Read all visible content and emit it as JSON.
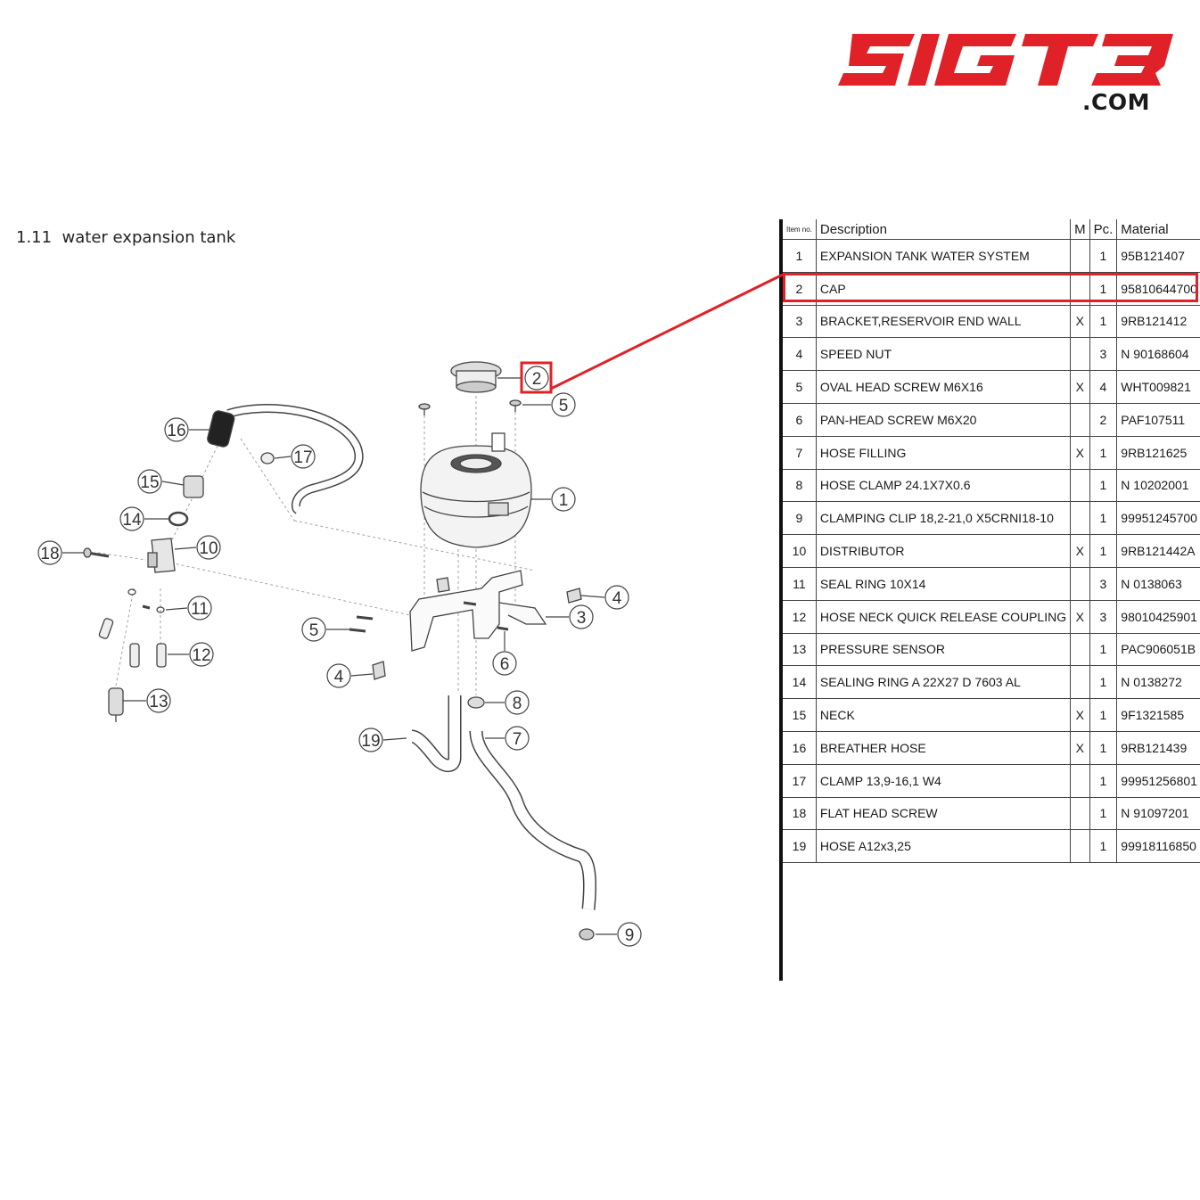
{
  "logo": {
    "text": "SIGT3",
    "suffix": ".COM",
    "color": "#e02128"
  },
  "section_title": "1.11  water expansion tank",
  "highlight": {
    "item": 2,
    "color": "#e02128"
  },
  "table": {
    "headers": {
      "item": "Item no.",
      "description": "Description",
      "m": "M",
      "pc": "Pc.",
      "material": "Material"
    },
    "rows": [
      {
        "item": "1",
        "description": "EXPANSION TANK WATER SYSTEM",
        "m": "",
        "pc": "1",
        "material": "95B121407"
      },
      {
        "item": "2",
        "description": "CAP",
        "m": "",
        "pc": "1",
        "material": "95810644700"
      },
      {
        "item": "3",
        "description": "BRACKET,RESERVOIR END WALL",
        "m": "X",
        "pc": "1",
        "material": "9RB121412"
      },
      {
        "item": "4",
        "description": "SPEED NUT",
        "m": "",
        "pc": "3",
        "material": "N 90168604"
      },
      {
        "item": "5",
        "description": "OVAL HEAD SCREW M6X16",
        "m": "X",
        "pc": "4",
        "material": "WHT009821"
      },
      {
        "item": "6",
        "description": "PAN-HEAD SCREW M6X20",
        "m": "",
        "pc": "2",
        "material": "PAF107511"
      },
      {
        "item": "7",
        "description": "HOSE FILLING",
        "m": "X",
        "pc": "1",
        "material": "9RB121625"
      },
      {
        "item": "8",
        "description": "HOSE CLAMP 24.1X7X0.6",
        "m": "",
        "pc": "1",
        "material": "N 10202001"
      },
      {
        "item": "9",
        "description": "CLAMPING CLIP 18,2-21,0 X5CRNI18-10",
        "m": "",
        "pc": "1",
        "material": "99951245700"
      },
      {
        "item": "10",
        "description": "DISTRIBUTOR",
        "m": "X",
        "pc": "1",
        "material": "9RB121442A"
      },
      {
        "item": "11",
        "description": "SEAL RING 10X14",
        "m": "",
        "pc": "3",
        "material": "N 0138063"
      },
      {
        "item": "12",
        "description": "HOSE NECK QUICK RELEASE COUPLING",
        "m": "X",
        "pc": "3",
        "material": "98010425901"
      },
      {
        "item": "13",
        "description": "PRESSURE SENSOR",
        "m": "",
        "pc": "1",
        "material": "PAC906051B"
      },
      {
        "item": "14",
        "description": "SEALING RING A 22X27 D 7603 AL",
        "m": "",
        "pc": "1",
        "material": "N 0138272"
      },
      {
        "item": "15",
        "description": "NECK",
        "m": "X",
        "pc": "1",
        "material": "9F1321585"
      },
      {
        "item": "16",
        "description": "BREATHER HOSE",
        "m": "X",
        "pc": "1",
        "material": "9RB121439"
      },
      {
        "item": "17",
        "description": "CLAMP 13,9-16,1 W4",
        "m": "",
        "pc": "1",
        "material": "99951256801"
      },
      {
        "item": "18",
        "description": "FLAT HEAD SCREW",
        "m": "",
        "pc": "1",
        "material": "N 91097201"
      },
      {
        "item": "19",
        "description": "HOSE A12x3,25",
        "m": "",
        "pc": "1",
        "material": "99918116850"
      }
    ]
  },
  "callouts": {
    "c2": "2",
    "c5a": "5",
    "c16": "16",
    "c17": "17",
    "c1": "1",
    "c15": "15",
    "c14": "14",
    "c18": "18",
    "c10": "10",
    "c4a": "4",
    "c3": "3",
    "c11": "11",
    "c5b": "5",
    "c12": "12",
    "c6": "6",
    "c4b": "4",
    "c13": "13",
    "c8": "8",
    "c19": "19",
    "c7": "7",
    "c9": "9"
  }
}
